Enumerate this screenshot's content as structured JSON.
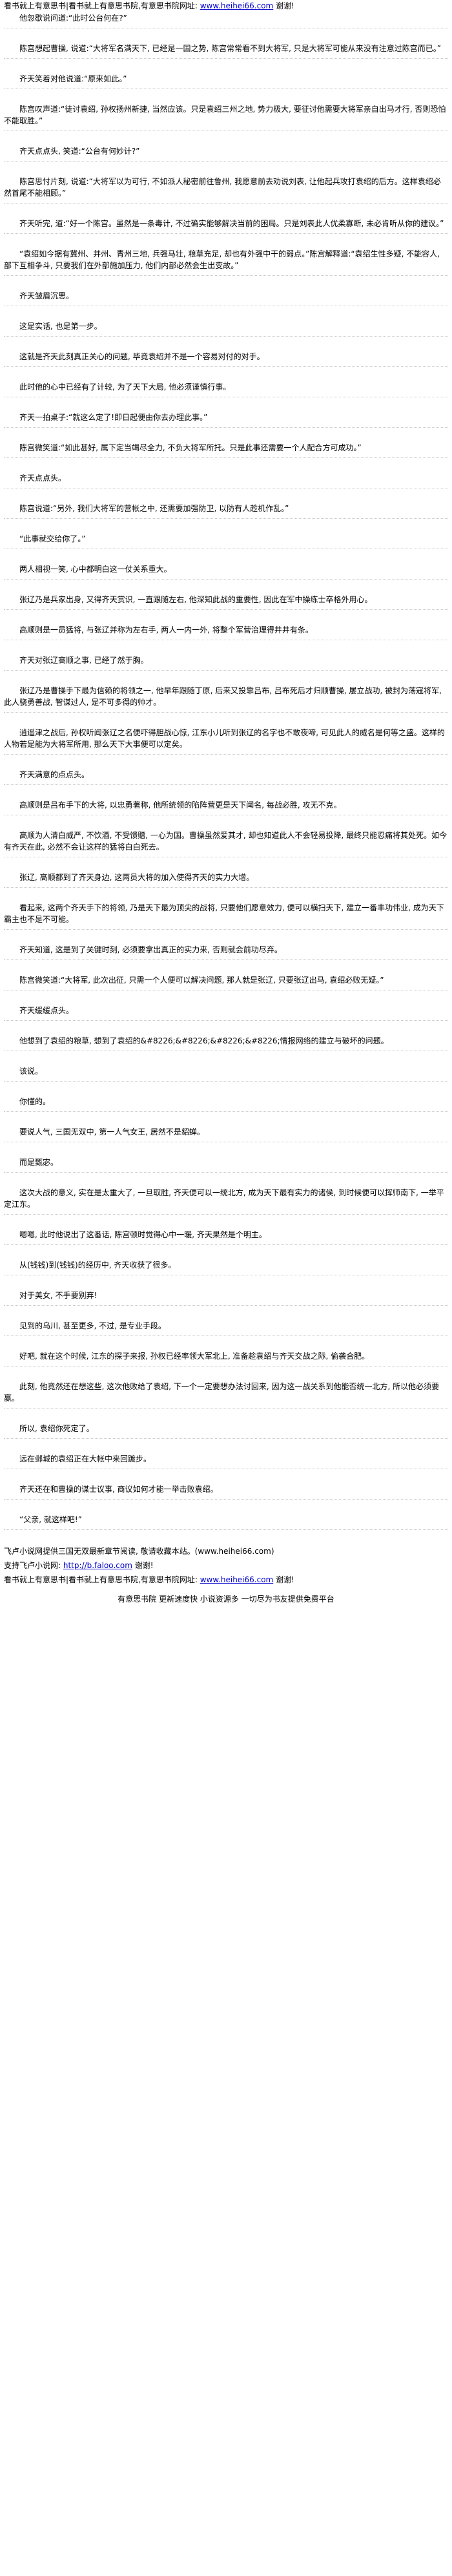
{
  "header": {
    "banner_text": "看书就上有意思书|看书就上有意思书院,有意思书院网址: ",
    "banner_url": "www.heihei66.com",
    "banner_suffix": " 谢谢!"
  },
  "article": {
    "paragraphs": [
      "他忽歇说问道:“此时公台何在?”",
      "陈宫想起曹操, 说道:“大将军名满天下, 已经是一国之势, 陈宫常常看不到大将军, 只是大将军可能从来没有注意过陈宫而已。”",
      "齐天笑着对他说道:“原来如此。”",
      "陈宫叹声道:“徒讨袁绍, 孙权扬州新捷, 当然应该。只是袁绍三州之地, 势力极大, 要征讨他需要大将军亲自出马才行, 否则恐怕不能取胜。”",
      "齐天点点头, 笑道:“公台有何妙计?”",
      "陈宫思忖片刻, 说道:“大将军以为可行, 不如派人秘密前往鲁州, 我愿意前去劝说刘表, 让他起兵攻打袁绍的后方。这样袁绍必然首尾不能相顾。”",
      "齐天听完, 道:“好一个陈宫。虽然是一条毒计, 不过确实能够解决当前的困局。只是刘表此人优柔寡断, 未必肯听从你的建议。”",
      "“袁绍如今据有冀州、并州、青州三地, 兵强马壮, 粮草充足, 却也有外强中干的弱点。”陈宫解释道:“袁绍生性多疑, 不能容人, 部下互相争斗, 只要我们在外部施加压力, 他们内部必然会生出变故。”",
      "齐天皱眉沉思。",
      "这是实话, 也是第一步。",
      "这就是齐天此刻真正关心的问题, 毕竟袁绍并不是一个容易对付的对手。",
      "此时他的心中已经有了计较, 为了天下大局, 他必须谨慎行事。",
      "齐天一拍桌子:“就这么定了!即日起便由你去办理此事。”",
      "陈宫微笑道:“如此甚好, 属下定当竭尽全力, 不负大将军所托。只是此事还需要一个人配合方可成功。”",
      "齐天点点头。",
      "陈宫说道:“另外, 我们大将军的营帐之中, 还需要加强防卫, 以防有人趁机作乱。”",
      "“此事就交给你了。”",
      "两人相视一笑, 心中都明白这一仗关系重大。",
      "张辽乃是兵家出身, 又得齐天赏识, 一直跟随左右, 他深知此战的重要性, 因此在军中操练士卒格外用心。",
      "高顺则是一员猛将, 与张辽并称为左右手, 两人一内一外, 将整个军营治理得井井有条。",
      "齐天对张辽高顺之事, 已经了然于胸。",
      "张辽乃是曹操手下最为信赖的将领之一, 他早年跟随丁原, 后来又投靠吕布, 吕布死后才归顺曹操, 屡立战功, 被封为荡寇将军, 此人骁勇善战, 智谋过人, 是不可多得的帅才。",
      "逍遥津之战后, 孙权听闻张辽之名便吓得胆战心惊, 江东小儿听到张辽的名字也不敢夜啼, 可见此人的威名是何等之盛。这样的人物若是能为大将军所用, 那么天下大事便可以定矣。",
      "齐天满意的点点头。",
      "高顺则是吕布手下的大将, 以忠勇著称, 他所统领的陷阵营更是天下闻名, 每战必胜, 攻无不克。",
      "高顺为人清白威严, 不饮酒, 不受馈赠, 一心为国。曹操虽然爱其才, 却也知道此人不会轻易投降, 最终只能忍痛将其处死。如今有齐天在此, 必然不会让这样的猛将白白死去。",
      "张辽, 高顺都到了齐天身边, 这两员大将的加入使得齐天的实力大增。",
      "看起来, 这两个齐天手下的将领, 乃是天下最为顶尖的战将, 只要他们愿意效力, 便可以横扫天下, 建立一番丰功伟业, 成为天下霸主也不是不可能。",
      "齐天知道, 这是到了关键时刻, 必须要拿出真正的实力来, 否则就会前功尽弃。",
      "陈宫微笑道:“大将军, 此次出征, 只需一个人便可以解决问题, 那人就是张辽, 只要张辽出马, 袁绍必败无疑。”",
      "齐天缓缓点头。",
      "他想到了袁绍的粮草, 想到了袁绍的&#8226;&#8226;&#8226;&#8226;情报网络的建立与破坏的问题。",
      "该说。",
      "你懂的。",
      "要说人气, 三国无双中, 第一人气女王, 居然不是貂蝉。",
      "而是甄宓。",
      "这次大战的意义, 实在是太重大了, 一旦取胜, 齐天便可以一统北方, 成为天下最有实力的诸侯, 到时候便可以挥师南下, 一举平定江东。",
      "嗯嗯, 此时他说出了这番话, 陈宫顿时觉得心中一暖, 齐天果然是个明主。",
      "从(钱钱)到(钱钱)的经历中, 齐天收获了很多。",
      "对于美女, 不手要别弃!",
      "见到的乌川, 甚至更多, 不过, 是专业手段。",
      "好吧, 就在这个时候, 江东的探子来报, 孙权已经率领大军北上, 准备趁袁绍与齐天交战之际, 偷袭合肥。",
      "此刻, 他竟然还在想这些, 这次他败给了袁绍, 下一个一定要想办法讨回来, 因为这一战关系到他能否统一北方, 所以他必须要赢。",
      "所以, 袁绍你死定了。",
      "远在邺城的袁绍正在大帐中来回踱步。",
      "齐天还在和曹操的谋士议事, 商议如何才能一举击败袁绍。",
      "“父亲, 就这样吧!”"
    ]
  },
  "footer": {
    "promo_line": "飞卢小说网提供三国无双最新章节阅读, 敬请收藏本站。(www.heihei66.com)",
    "support_prefix": "支持飞卢小说网: ",
    "support_url": "http://b.faloo.com",
    "support_suffix": " 谢谢!",
    "banner_text": "看书就上有意思书|看书就上有意思书院,有意思书院网址: ",
    "banner_url": "www.heihei66.com",
    "banner_suffix": " 谢谢!",
    "bottom_note": "有意思书院 更新速度快 小说资源多 一切尽为书友提供免费平台"
  }
}
